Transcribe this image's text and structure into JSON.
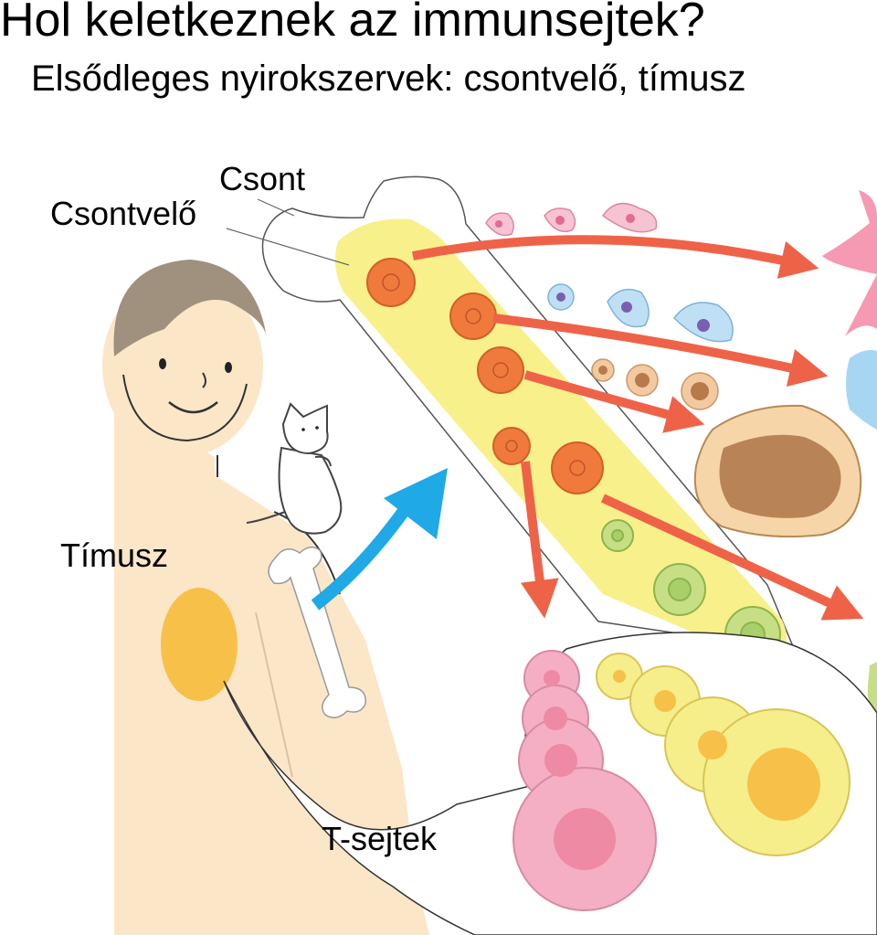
{
  "title": "Hol keletkeznek az immunsejtek?",
  "subtitle": "Elsődleges nyirokszervek: csontvelő, tímusz",
  "labels": {
    "bone": "Csont",
    "bone_marrow": "Csontvelő",
    "thymus": "Tímusz",
    "t_cells": "T-sejtek"
  },
  "colors": {
    "skin": "#fbe6c8",
    "hair": "#a0907e",
    "marrow": "#f8f08a",
    "progenitor": "#f07a3c",
    "arrow_red": "#ee6348",
    "arrow_blue": "#1fa9e6",
    "thymus": "#f7c048",
    "pink_cell": "#f4afc4",
    "yellow_cell": "#f6ee8a",
    "green_cell": "#c6df84"
  }
}
